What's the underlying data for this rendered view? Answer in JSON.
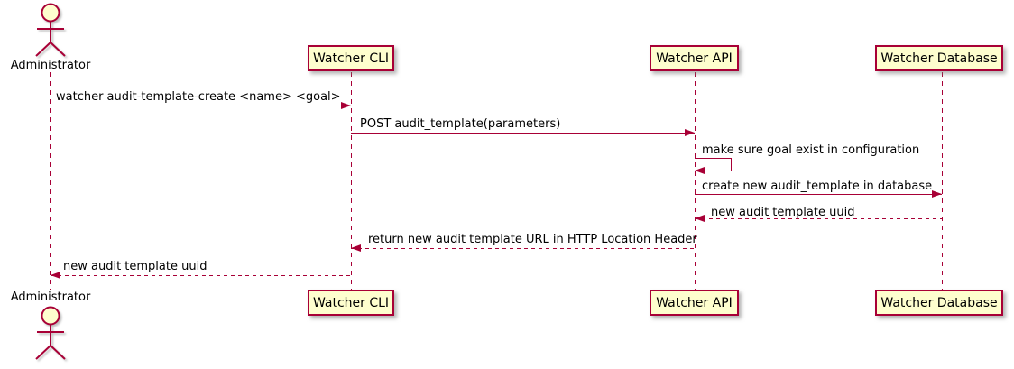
{
  "diagram": {
    "type": "uml-sequence-diagram",
    "actor": {
      "name": "Administrator"
    },
    "participants": [
      {
        "label": "Watcher CLI"
      },
      {
        "label": "Watcher API"
      },
      {
        "label": "Watcher Database"
      }
    ],
    "messages": [
      {
        "from": "Administrator",
        "to": "Watcher CLI",
        "label": "watcher audit-template-create <name> <goal>",
        "style": "solid"
      },
      {
        "from": "Watcher CLI",
        "to": "Watcher API",
        "label": "POST audit_template(parameters)",
        "style": "solid"
      },
      {
        "from": "Watcher API",
        "to": "Watcher API",
        "label": "make sure goal exist in configuration",
        "style": "solid-self"
      },
      {
        "from": "Watcher API",
        "to": "Watcher Database",
        "label": "create new audit_template in database",
        "style": "solid"
      },
      {
        "from": "Watcher Database",
        "to": "Watcher API",
        "label": "new audit template uuid",
        "style": "dashed"
      },
      {
        "from": "Watcher API",
        "to": "Watcher CLI",
        "label": "return new audit template URL in HTTP Location Header",
        "style": "dashed"
      },
      {
        "from": "Watcher CLI",
        "to": "Administrator",
        "label": "new audit template uuid",
        "style": "dashed"
      }
    ],
    "colors": {
      "participant_fill": "#FEFECE",
      "line": "#A80036",
      "text": "#000000",
      "background": "#FFFFFF"
    }
  }
}
